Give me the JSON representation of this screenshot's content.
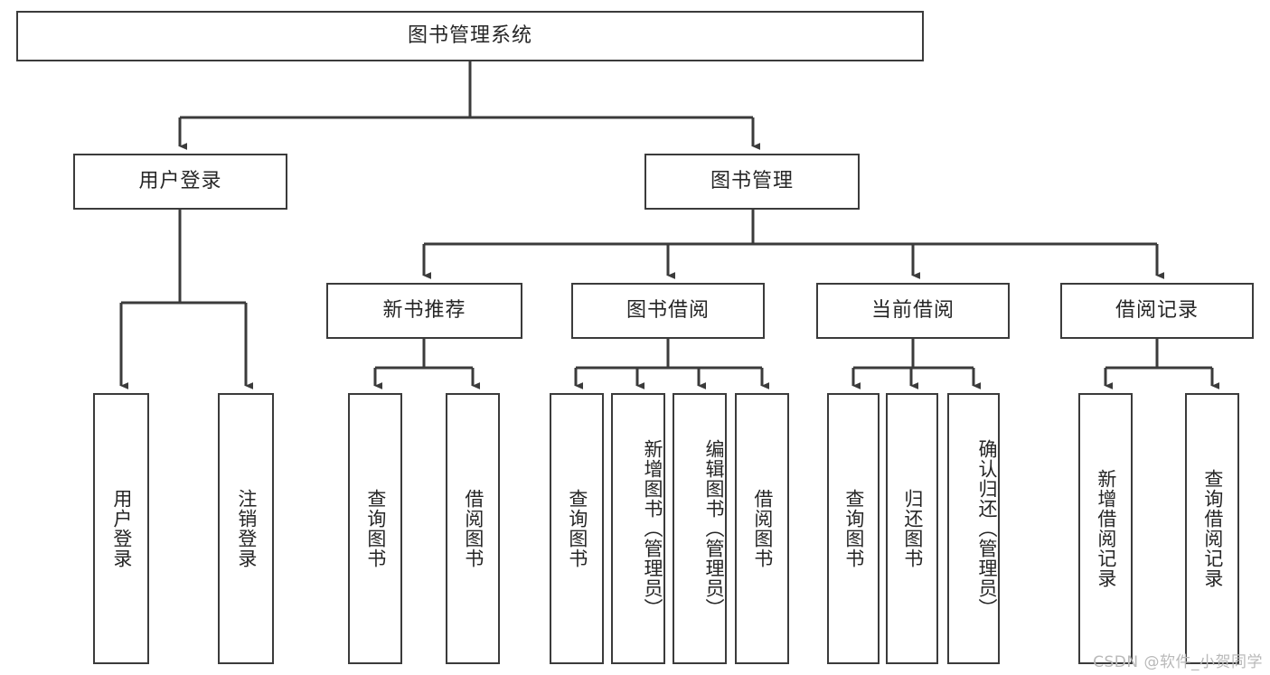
{
  "diagram": {
    "title": "图书管理系统",
    "watermark": "CSDN @软件_小贺同学",
    "colors": {
      "stroke": "#3b3b3b",
      "text": "#262626",
      "background": "#ffffff",
      "watermark": "#b9b9b9"
    },
    "root": {
      "label": "图书管理系统"
    },
    "level2": [
      {
        "label": "用户登录"
      },
      {
        "label": "图书管理"
      }
    ],
    "level3": [
      {
        "label": "新书推荐"
      },
      {
        "label": "图书借阅"
      },
      {
        "label": "当前借阅"
      },
      {
        "label": "借阅记录"
      }
    ],
    "leaves": {
      "user_login": [
        {
          "label": "用户登录"
        },
        {
          "label": "注销登录"
        }
      ],
      "new_book_recommend": [
        {
          "label": "查询图书"
        },
        {
          "label": "借阅图书"
        }
      ],
      "book_borrow": [
        {
          "label": "查询图书"
        },
        {
          "label": "新增图书（管理员）"
        },
        {
          "label": "编辑图书（管理员）"
        },
        {
          "label": "借阅图书"
        }
      ],
      "current_borrow": [
        {
          "label": "查询图书"
        },
        {
          "label": "归还图书"
        },
        {
          "label": "确认归还（管理员）"
        }
      ],
      "borrow_record": [
        {
          "label": "新增借阅记录"
        },
        {
          "label": "查询借阅记录"
        }
      ]
    }
  }
}
